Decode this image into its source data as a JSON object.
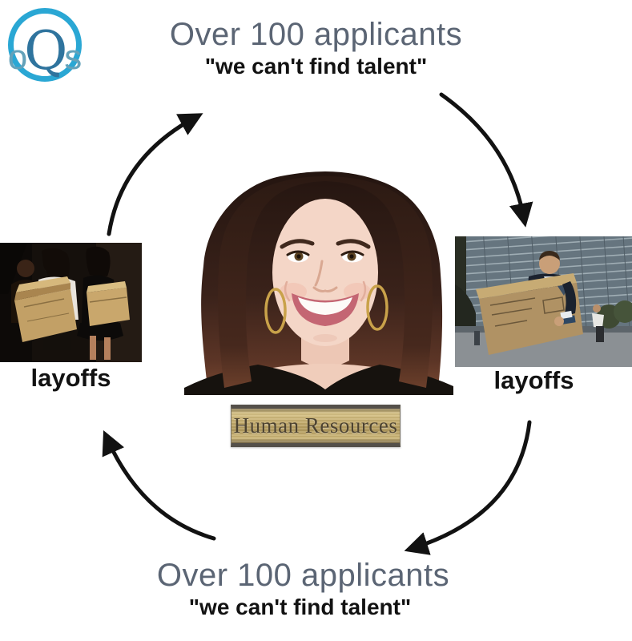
{
  "logo": {
    "o": "o",
    "q": "Q",
    "s": "s"
  },
  "top_caption": {
    "title": "Over 100 applicants",
    "quote": "\"we can't find talent\""
  },
  "bottom_caption": {
    "title": "Over 100 applicants",
    "quote": "\"we can't find talent\""
  },
  "left_photo": {
    "caption": "layoffs",
    "alt": "employees-carrying-boxes-photo"
  },
  "right_photo": {
    "caption": "layoffs",
    "alt": "man-in-suit-carrying-box-photo"
  },
  "center_figure": {
    "nameplate": "Human Resources",
    "alt": "smiling-hr-woman-photo"
  },
  "colors": {
    "title_gray": "#5b6574",
    "ink": "#121212",
    "logo_ring": "#2aa7d4",
    "logo_q": "#2f749e",
    "logo_os": "#64a2ba",
    "brass": "#c5ad6e",
    "arrow": "#121212"
  }
}
